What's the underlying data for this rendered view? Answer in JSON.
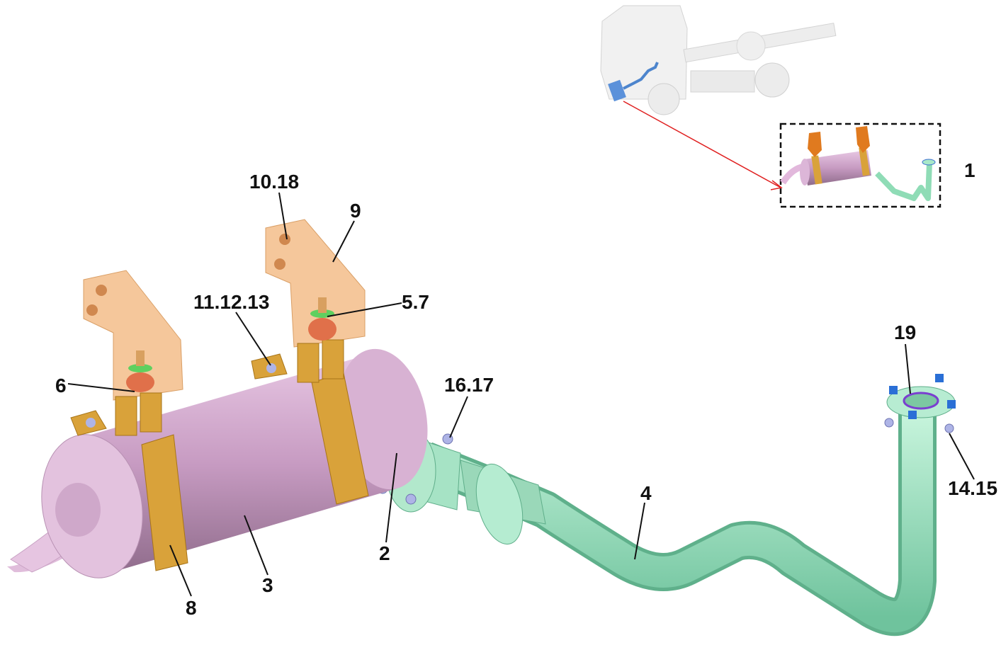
{
  "colors": {
    "muffler": "#d9b3d4",
    "clamp": "#d9a23a",
    "bracket": "#f2c08e",
    "pipe": "#9fe6c3",
    "bolt": "#9aa0d8",
    "flange_bolt": "#2a6fd6",
    "truck": "#e6e6e6",
    "arrow": "#e02020"
  },
  "labels": {
    "assembly": "1",
    "gasket": "2",
    "muffler": "3",
    "pipe": "4",
    "nut_washer": "5.7",
    "bushing": "6",
    "clamp": "8",
    "bracket": "9",
    "bolt_bracket": "10.18",
    "clamp_bolt": "11.12.13",
    "inlet_flange": "19",
    "flange_bolt": "14.15",
    "pipe_flange_bolt": "16.17"
  }
}
